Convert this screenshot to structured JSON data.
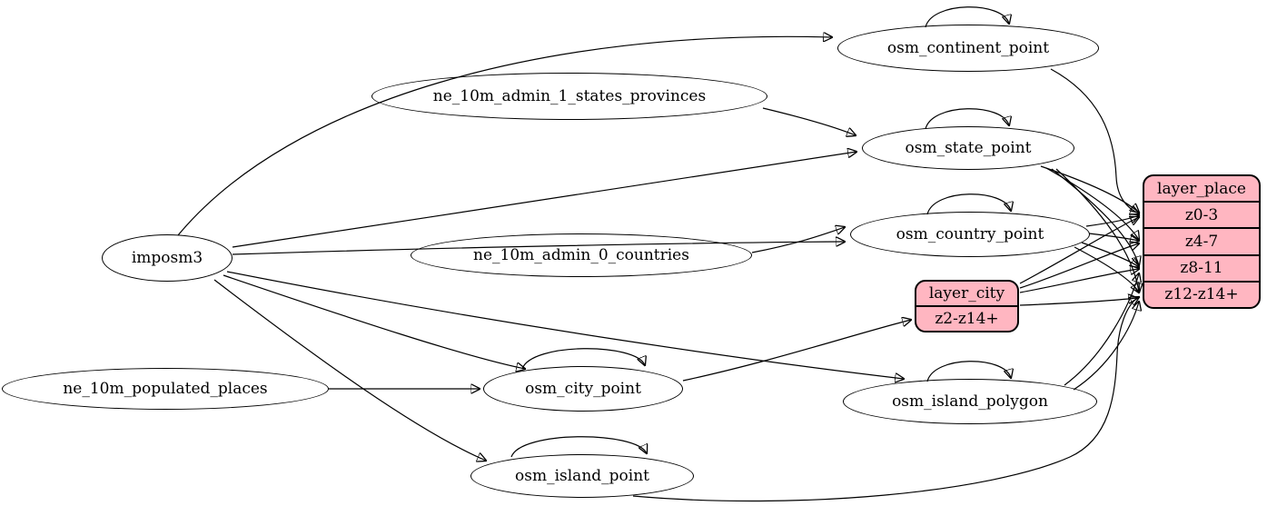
{
  "diagram": {
    "background": "#ffffff",
    "edge_color": "#000000",
    "node_fill": "#ffffff",
    "record_fill": "#ffb6c1",
    "nodes": {
      "imposm3": "imposm3",
      "ne_10m_admin_1_states_provinces": "ne_10m_admin_1_states_provinces",
      "ne_10m_admin_0_countries": "ne_10m_admin_0_countries",
      "ne_10m_populated_places": "ne_10m_populated_places",
      "osm_continent_point": "osm_continent_point",
      "osm_state_point": "osm_state_point",
      "osm_country_point": "osm_country_point",
      "osm_city_point": "osm_city_point",
      "osm_island_polygon": "osm_island_polygon",
      "osm_island_point": "osm_island_point"
    },
    "records": {
      "layer_city": {
        "title": "layer_city",
        "rows": [
          "z2-z14+"
        ]
      },
      "layer_place": {
        "title": "layer_place",
        "rows": [
          "z0-3",
          "z4-7",
          "z8-11",
          "z12-z14+"
        ]
      }
    },
    "edges": [
      {
        "from": "imposm3",
        "to": "osm_continent_point"
      },
      {
        "from": "imposm3",
        "to": "osm_state_point"
      },
      {
        "from": "imposm3",
        "to": "osm_country_point"
      },
      {
        "from": "imposm3",
        "to": "osm_city_point"
      },
      {
        "from": "imposm3",
        "to": "osm_island_polygon"
      },
      {
        "from": "imposm3",
        "to": "osm_island_point"
      },
      {
        "from": "ne_10m_admin_1_states_provinces",
        "to": "osm_state_point"
      },
      {
        "from": "ne_10m_admin_0_countries",
        "to": "osm_country_point"
      },
      {
        "from": "ne_10m_populated_places",
        "to": "osm_city_point"
      },
      {
        "from": "osm_continent_point",
        "to": "osm_continent_point"
      },
      {
        "from": "osm_state_point",
        "to": "osm_state_point"
      },
      {
        "from": "osm_country_point",
        "to": "osm_country_point"
      },
      {
        "from": "osm_city_point",
        "to": "osm_city_point"
      },
      {
        "from": "osm_island_polygon",
        "to": "osm_island_polygon"
      },
      {
        "from": "osm_island_point",
        "to": "osm_island_point"
      },
      {
        "from": "osm_city_point",
        "to": "layer_city:z2-z14+"
      },
      {
        "from": "osm_continent_point",
        "to": "layer_place:z0-3"
      },
      {
        "from": "osm_state_point",
        "to": "layer_place:z0-3"
      },
      {
        "from": "osm_state_point",
        "to": "layer_place:z4-7"
      },
      {
        "from": "osm_state_point",
        "to": "layer_place:z8-11"
      },
      {
        "from": "osm_state_point",
        "to": "layer_place:z12-z14+"
      },
      {
        "from": "osm_country_point",
        "to": "layer_place:z0-3"
      },
      {
        "from": "osm_country_point",
        "to": "layer_place:z4-7"
      },
      {
        "from": "osm_country_point",
        "to": "layer_place:z8-11"
      },
      {
        "from": "osm_country_point",
        "to": "layer_place:z12-z14+"
      },
      {
        "from": "layer_city",
        "to": "layer_place:z0-3"
      },
      {
        "from": "layer_city",
        "to": "layer_place:z4-7"
      },
      {
        "from": "layer_city",
        "to": "layer_place:z8-11"
      },
      {
        "from": "layer_city",
        "to": "layer_place:z12-z14+"
      },
      {
        "from": "osm_island_polygon",
        "to": "layer_place:z8-11"
      },
      {
        "from": "osm_island_polygon",
        "to": "layer_place:z12-z14+"
      },
      {
        "from": "osm_island_point",
        "to": "layer_place:z12-z14+"
      }
    ]
  }
}
